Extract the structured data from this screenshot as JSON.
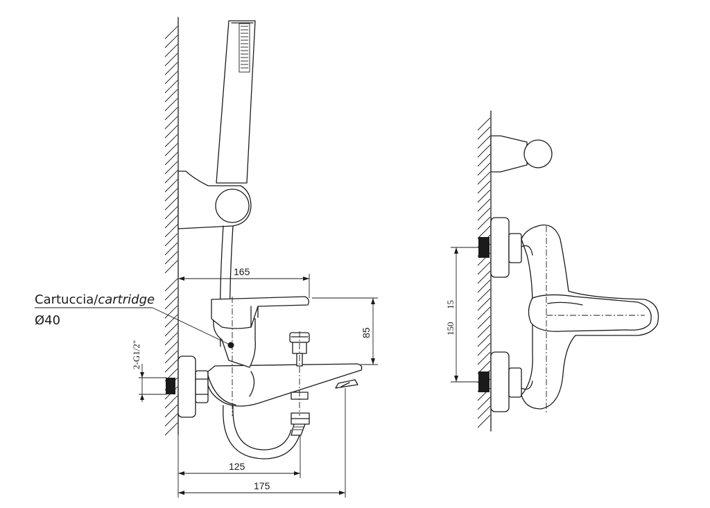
{
  "labels": {
    "cartridge_it": "Cartuccia/",
    "cartridge_en": "cartridge",
    "cartridge_diameter": "Ø40",
    "thread": "2-G1/2\""
  },
  "dimensions": {
    "width_165": "165",
    "height_85": "85",
    "length_125": "125",
    "length_175": "175",
    "spacing_150": "150",
    "tolerance_15": "15"
  }
}
